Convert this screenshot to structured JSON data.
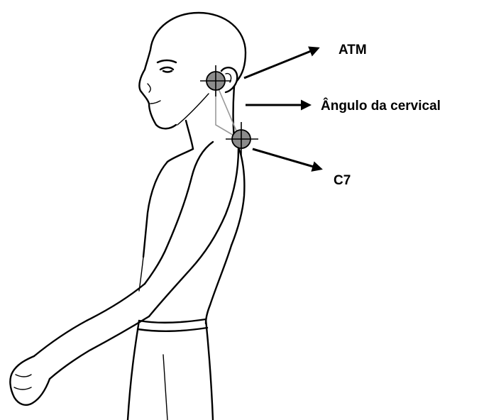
{
  "labels": {
    "atm": "ATM",
    "cervical_angle": "Ângulo da cervical",
    "c7": "C7"
  },
  "marker_fill": "#8c8c8c",
  "line_color": "#000000",
  "angle_line_color": "#9a9a9a"
}
